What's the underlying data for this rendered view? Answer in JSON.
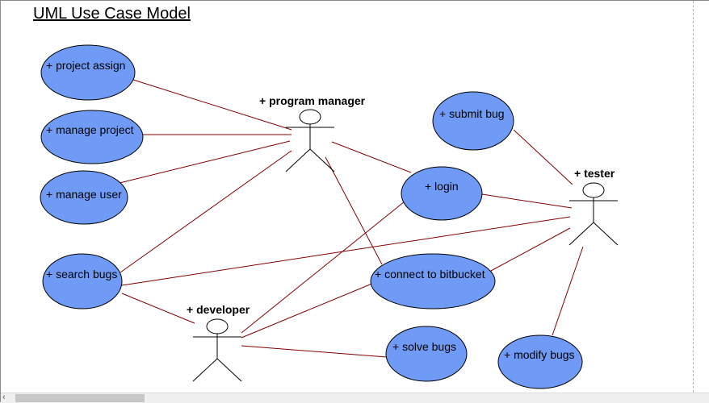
{
  "title": "UML Use Case Model",
  "colors": {
    "usecase_fill": "#6f9bf7",
    "usecase_stroke": "#000000",
    "assoc_line": "#800000"
  },
  "actors": [
    {
      "id": "pm",
      "label": "+ program manager"
    },
    {
      "id": "tester",
      "label": "+ tester"
    },
    {
      "id": "developer",
      "label": "+ developer"
    }
  ],
  "usecases": [
    {
      "id": "project_assign",
      "label": "+ project assign"
    },
    {
      "id": "manage_project",
      "label": "+ manage project"
    },
    {
      "id": "manage_user",
      "label": "+ manage user"
    },
    {
      "id": "search_bugs",
      "label": "+ search bugs"
    },
    {
      "id": "submit_bug",
      "label": "+ submit bug"
    },
    {
      "id": "login",
      "label": "+ login"
    },
    {
      "id": "connect_bitbucket",
      "label": "+ connect to bitbucket"
    },
    {
      "id": "solve_bugs",
      "label": "+ solve bugs"
    },
    {
      "id": "modify_bugs",
      "label": "+ modify bugs"
    }
  ],
  "associations": [
    [
      "pm",
      "project_assign"
    ],
    [
      "pm",
      "manage_project"
    ],
    [
      "pm",
      "manage_user"
    ],
    [
      "pm",
      "search_bugs"
    ],
    [
      "pm",
      "login"
    ],
    [
      "pm",
      "connect_bitbucket"
    ],
    [
      "tester",
      "submit_bug"
    ],
    [
      "tester",
      "login"
    ],
    [
      "tester",
      "search_bugs"
    ],
    [
      "tester",
      "connect_bitbucket"
    ],
    [
      "tester",
      "modify_bugs"
    ],
    [
      "developer",
      "search_bugs"
    ],
    [
      "developer",
      "login"
    ],
    [
      "developer",
      "connect_bitbucket"
    ],
    [
      "developer",
      "solve_bugs"
    ]
  ],
  "scrollbar": {
    "left_arrow_icon": "chevron-left-icon",
    "left_arrow_glyph": "‹"
  }
}
